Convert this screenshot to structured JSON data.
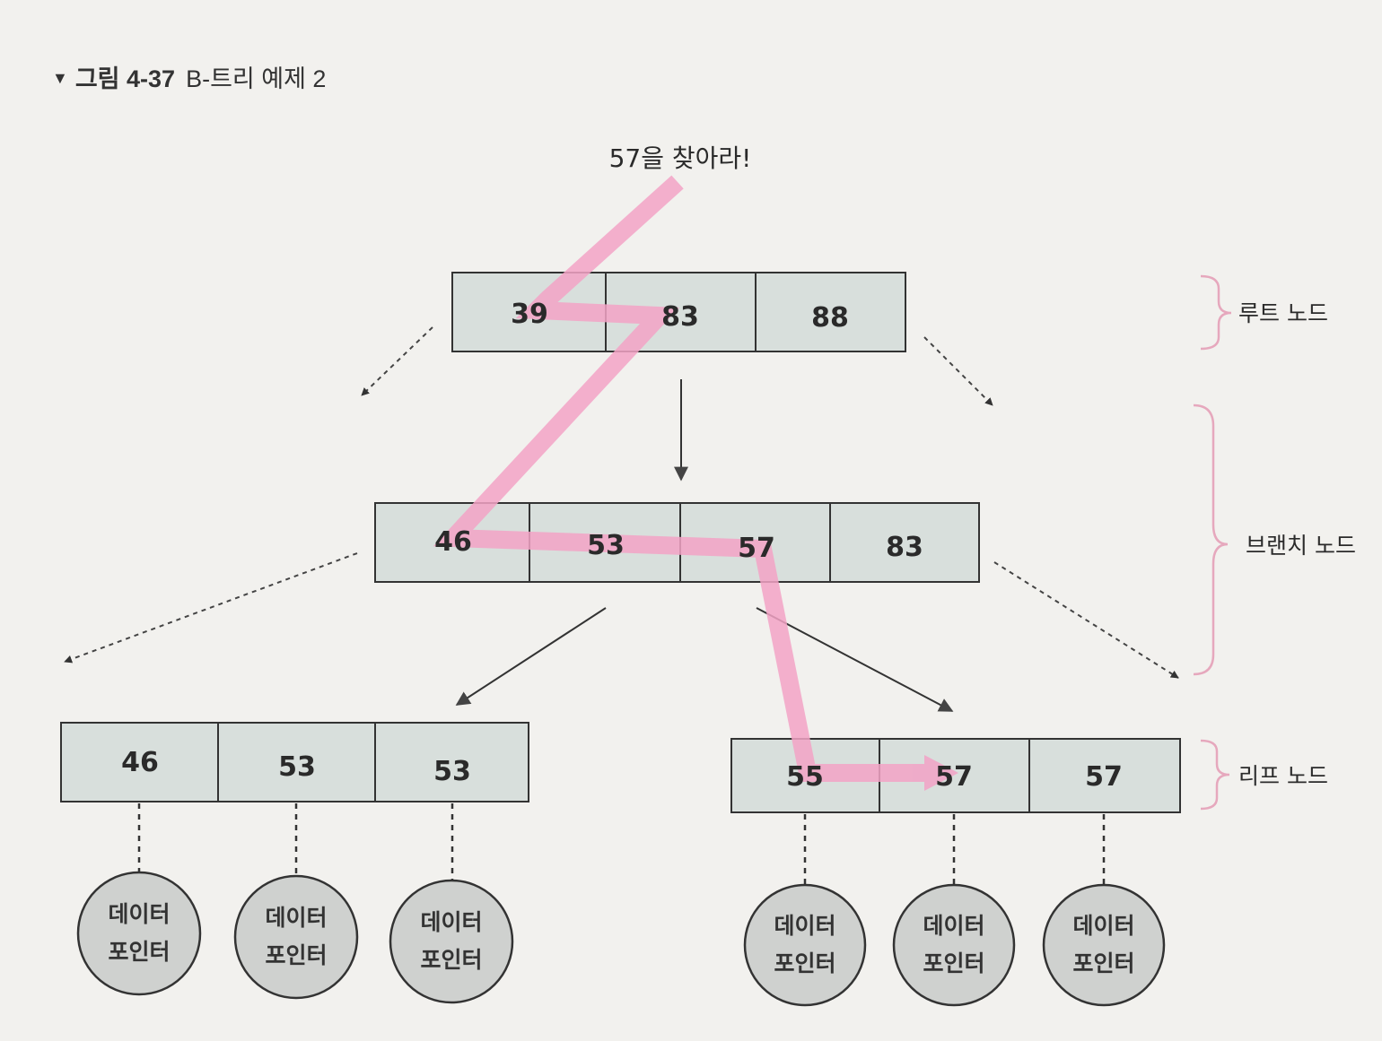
{
  "caption": {
    "number": "그림 4-37",
    "title": "B-트리 예제 2"
  },
  "search_label": "57을 찾아라!",
  "levels": {
    "root": "루트 노드",
    "branch": "브랜치 노드",
    "leaf": "리프 노드"
  },
  "nodes": {
    "root": [
      "39",
      "83",
      "88"
    ],
    "branch": [
      "46",
      "53",
      "57",
      "83"
    ],
    "leaf_left": [
      "46",
      "53",
      "53"
    ],
    "leaf_right": [
      "55",
      "57",
      "57"
    ]
  },
  "pointer": {
    "line1": "데이터",
    "line2": "포인터"
  },
  "colors": {
    "node_fill": "#d8dfdc",
    "highlight": "#f3a3c6",
    "brace": "#e6a8bd",
    "pointer_fill": "#cfd1cf"
  }
}
